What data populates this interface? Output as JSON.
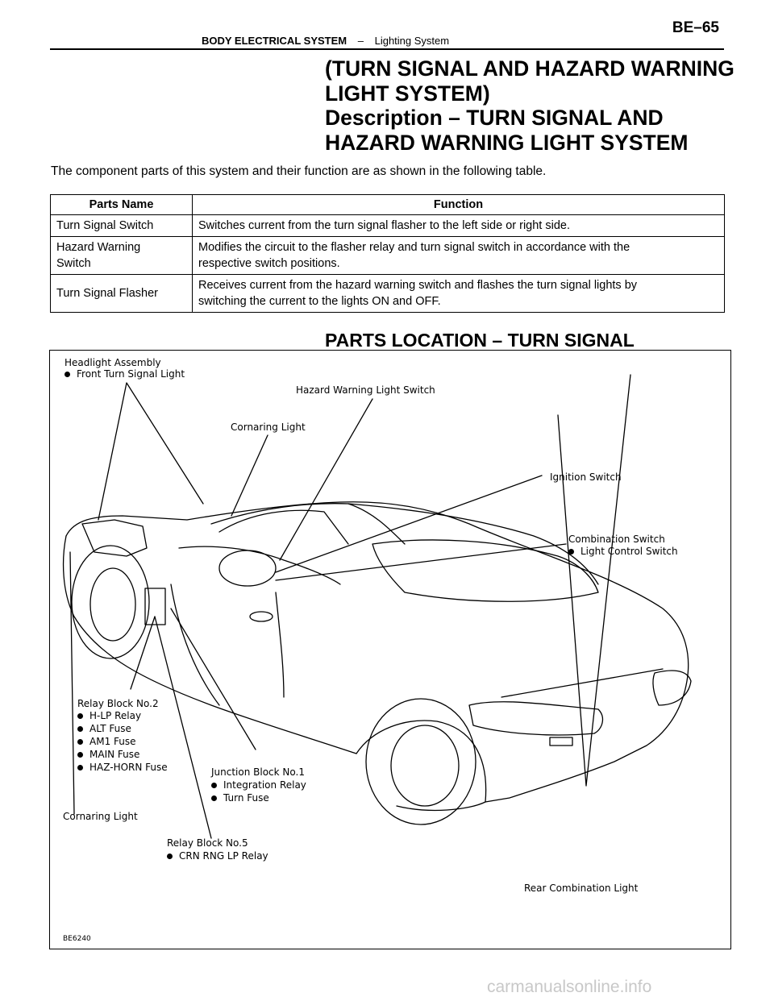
{
  "header": {
    "section": "BODY ELECTRICAL SYSTEM",
    "separator": "–",
    "subsection": "Lighting System",
    "page_number": "BE–65"
  },
  "title": {
    "line1": "(TURN SIGNAL AND HAZARD WARNING",
    "line2": "LIGHT SYSTEM)",
    "line3": "Description – TURN SIGNAL AND",
    "line4": "HAZARD WARNING LIGHT SYSTEM"
  },
  "intro": "The component parts of this system and their function are as shown in the following table.",
  "table": {
    "headers": [
      "Parts Name",
      "Function"
    ],
    "rows": [
      {
        "name": "Turn Signal Switch",
        "function": "Switches current from the turn signal flasher to the left side or right side."
      },
      {
        "name_line1": "Hazard Warning",
        "name_line2": "Switch",
        "function_line1": "Modifies the circuit to the flasher relay and turn signal switch in accordance with the",
        "function_line2": "respective switch positions."
      },
      {
        "name": "Turn Signal Flasher",
        "function_line1": "Receives current from the hazard warning switch and flashes the turn signal lights by",
        "function_line2": "switching the current to the lights ON and OFF."
      }
    ]
  },
  "section_title": "PARTS LOCATION – TURN SIGNAL",
  "figure": {
    "labels": {
      "headlight_assembly": "Headlight Assembly",
      "front_turn_signal": "Front Turn Signal Light",
      "hazard_switch": "Hazard Warning Light Switch",
      "cornering_light_top": "Cornaring Light",
      "ignition_switch": "Ignition Switch",
      "combination_switch": "Combination Switch",
      "light_control_switch": "Light Control Switch",
      "relay_block_2": "Relay Block No.2",
      "relay_block_2_items": [
        "H-LP Relay",
        "ALT Fuse",
        "AM1 Fuse",
        "MAIN Fuse",
        "HAZ-HORN Fuse"
      ],
      "junction_block_1": "Junction Block No.1",
      "junction_block_items": [
        "Integration Relay",
        "Turn Fuse"
      ],
      "cornering_light_bottom": "Cornaring Light",
      "relay_block_5": "Relay Block No.5",
      "relay_block_5_item": "CRN RNG LP Relay",
      "rear_combination_light": "Rear Combination Light",
      "figure_code": "BE6240"
    }
  },
  "watermark": "carmanualsonline.info"
}
